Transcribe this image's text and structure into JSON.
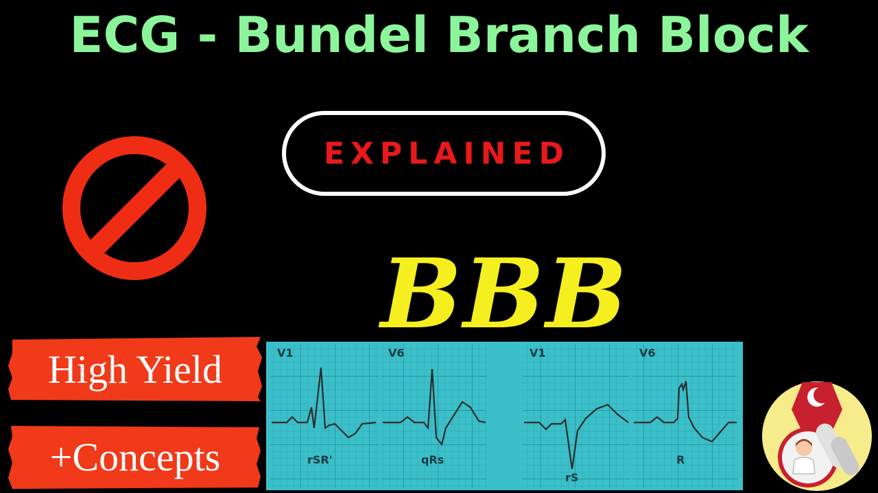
{
  "title": "ECG - Bundel Branch Block",
  "explained_label": "EXPLAINED",
  "big_text": "BBB",
  "badges": {
    "high_yield": "High Yield",
    "concepts": "+Concepts"
  },
  "ecg_panels": [
    {
      "lead": "V1",
      "pattern": "rSR'"
    },
    {
      "lead": "V6",
      "pattern": "qRs"
    },
    {
      "lead": "V1",
      "pattern": "rS"
    },
    {
      "lead": "V6",
      "pattern": "R"
    }
  ],
  "icons": {
    "prohibited": "no-entry-sign-icon",
    "logo": "doctor-crescent-logo-icon"
  },
  "colors": {
    "background": "#000000",
    "title": "#8cf59b",
    "pill_text": "#e8181b",
    "pill_border": "#ffffff",
    "bbb": "#f5ef1f",
    "badge": "#f03a1a",
    "no_sign": "#ef2d14",
    "ecg_bg": "#3bbfc9",
    "ecg_grid": "#1f8c98",
    "ecg_trace": "#2b2b2b",
    "logo_bg": "#f6ec8c",
    "logo_red": "#c8202f"
  }
}
